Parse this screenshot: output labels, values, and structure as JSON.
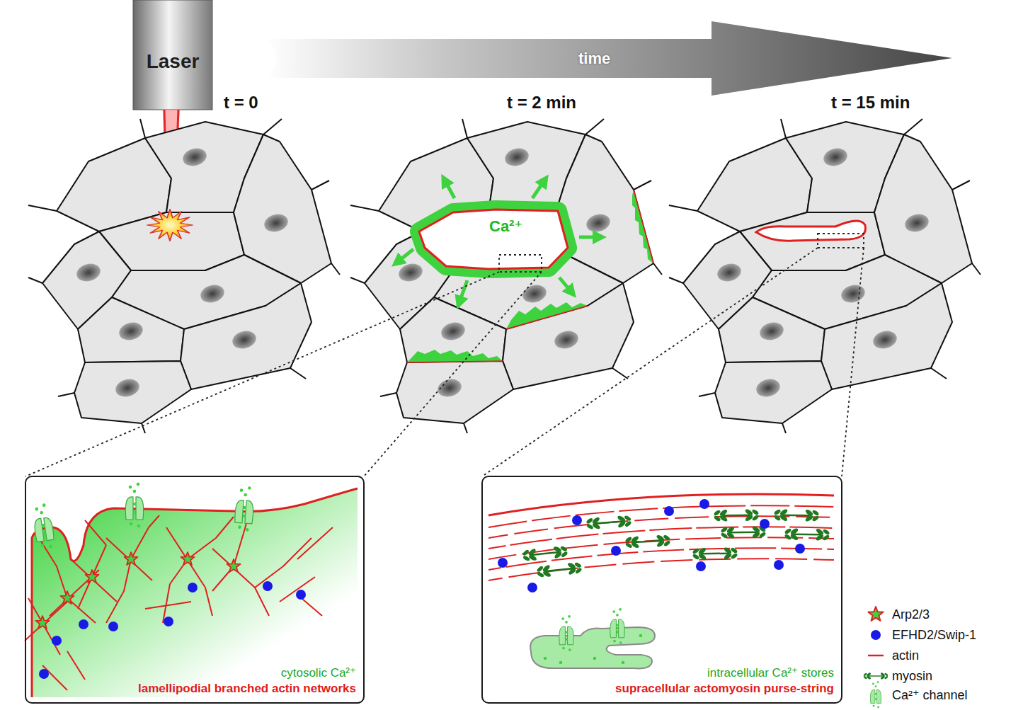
{
  "diagram": {
    "nodes": [
      {
        "text": [
          "Laser"
        ]
      },
      {
        "text": [
          "cytosolic Ca²⁺",
          "lamellipodial branched actin networks"
        ]
      },
      {
        "text": [
          "intracellular Ca²⁺ stores",
          "supracellular actomyosin purse-string"
        ]
      }
    ],
    "labels": [
      "time",
      "t = 0",
      "t = 2 min",
      "t = 15 min",
      "Ca²⁺"
    ],
    "legend": [
      {
        "text": "Arp2/3"
      },
      {
        "text": "EFHD2/Swip-1",
        "color": "#1a1ae6"
      },
      {
        "text": "actin"
      },
      {
        "text": "myosin"
      },
      {
        "text": "Ca²⁺ channel"
      }
    ]
  }
}
